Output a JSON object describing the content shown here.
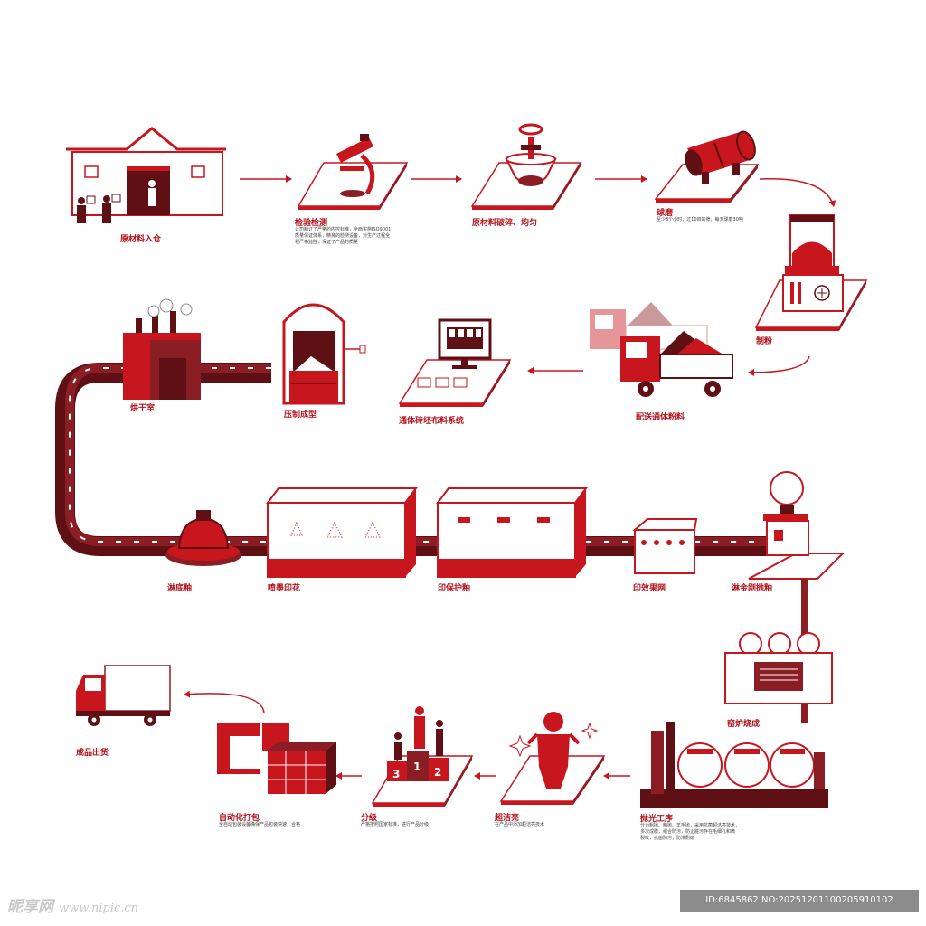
{
  "steps": [
    {
      "label": "原材料入仓"
    },
    {
      "label": "检验检测",
      "desc": [
        "公司制订了严格的内控标准，全面实施ISO9001",
        "质量保证体系，精良的检测设备，对生产过程全",
        "程严格监控，保证了产品的质量"
      ]
    },
    {
      "label": "原材料破碎、均匀"
    },
    {
      "label": "球磨",
      "desc": [
        "至少8个小时，过10目的筛，每天球磨30吨"
      ]
    },
    {
      "label": "制粉"
    },
    {
      "label": "配送通体粉料"
    },
    {
      "label": "通体砖坯布料系统"
    },
    {
      "label": "压制成型"
    },
    {
      "label": "烘干室"
    },
    {
      "label": "淋底釉"
    },
    {
      "label": "喷墨印花"
    },
    {
      "label": "印保护釉"
    },
    {
      "label": "印效果网"
    },
    {
      "label": "淋金刚抛釉"
    },
    {
      "label": "窑炉烧成"
    },
    {
      "label": "抛光工序",
      "desc": [
        "分为粗抛、精抛、羊毛抛，采用抗菌超洁亮技术，",
        "多次成膜，组合防污，防止脏污存在毛细孔和微",
        "裂纹，抗菌防污，防滑耐磨"
      ]
    },
    {
      "label": "超洁亮",
      "desc": [
        "在产品中添加超洁亮技术"
      ]
    },
    {
      "label": "分级",
      "desc": [
        "严格按照国家标准，进行产品分级"
      ]
    },
    {
      "label": "自动化打包",
      "desc": [
        "全自动包装设备确保产品包装快速，合格"
      ]
    },
    {
      "label": "成品出货"
    }
  ],
  "podium_numbers": [
    "3",
    "1",
    "2"
  ],
  "watermark": {
    "site": "昵享网",
    "url": "www.nipic.cn",
    "id": "ID:6845862 NO:20251201100205910102"
  },
  "colors": {
    "red": "#c8161e",
    "dark": "#5e1015",
    "mid": "#8b1e24",
    "pink": "#e8b4b4"
  }
}
